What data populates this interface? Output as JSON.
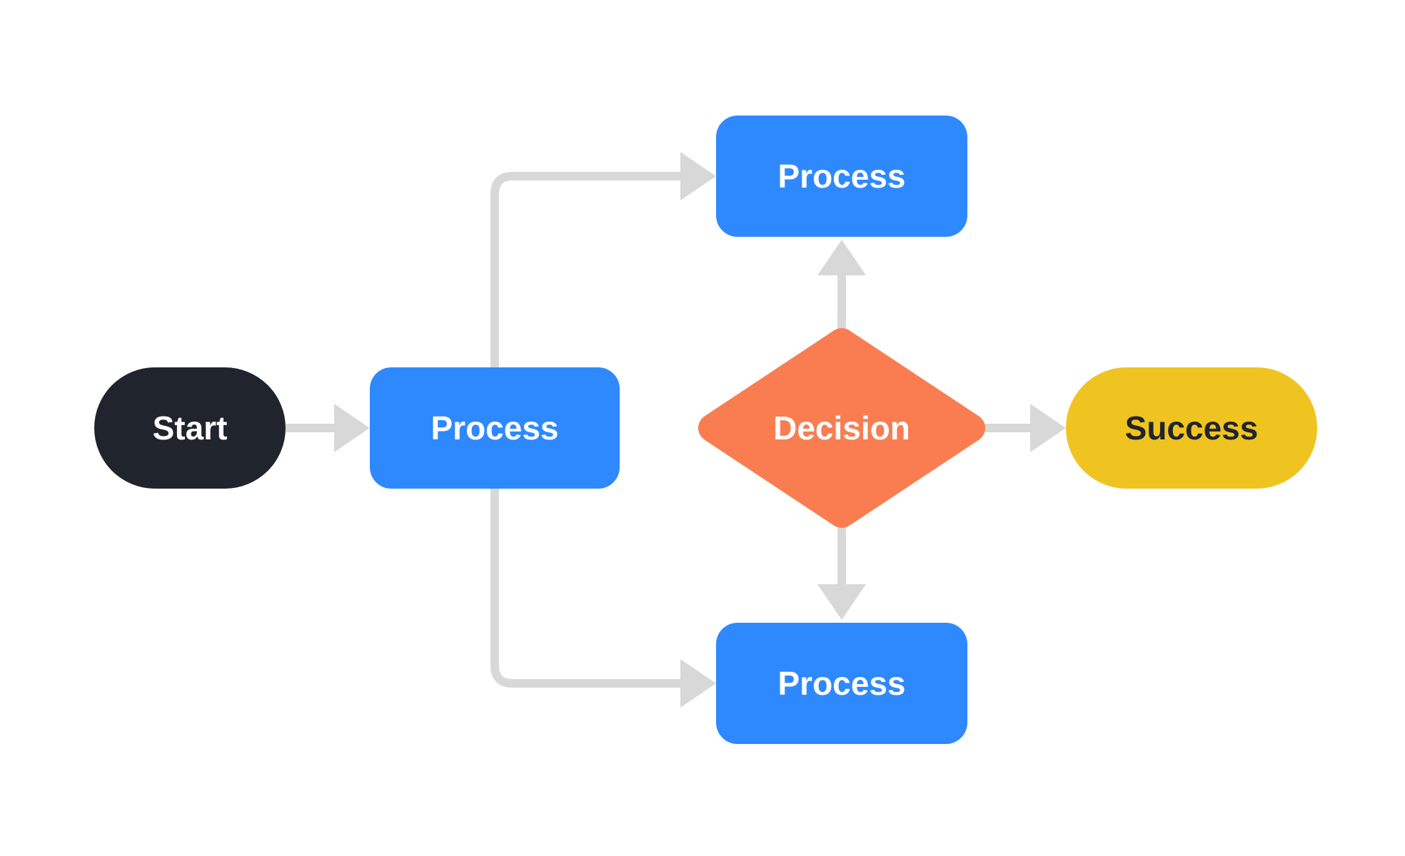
{
  "diagram": {
    "type": "flowchart",
    "background": "#ffffff",
    "connector_color": "#d8d8d8",
    "nodes": {
      "start": {
        "label": "Start",
        "shape": "pill",
        "fill": "#20242c",
        "text_color": "#ffffff"
      },
      "process_left": {
        "label": "Process",
        "shape": "rounded-rectangle",
        "fill": "#2e89ff",
        "text_color": "#ffffff"
      },
      "process_top": {
        "label": "Process",
        "shape": "rounded-rectangle",
        "fill": "#2e89ff",
        "text_color": "#ffffff"
      },
      "process_bottom": {
        "label": "Process",
        "shape": "rounded-rectangle",
        "fill": "#2e89ff",
        "text_color": "#ffffff"
      },
      "decision": {
        "label": "Decision",
        "shape": "diamond",
        "fill": "#f97d51",
        "text_color": "#ffffff"
      },
      "success": {
        "label": "Success",
        "shape": "pill",
        "fill": "#f0c420",
        "text_color": "#20242c"
      }
    },
    "connections": [
      {
        "from": "start",
        "to": "process_left"
      },
      {
        "from": "process_left",
        "to": "process_top"
      },
      {
        "from": "process_left",
        "to": "process_bottom"
      },
      {
        "from": "decision",
        "to": "process_top"
      },
      {
        "from": "decision",
        "to": "process_bottom"
      },
      {
        "from": "decision",
        "to": "success"
      }
    ]
  }
}
